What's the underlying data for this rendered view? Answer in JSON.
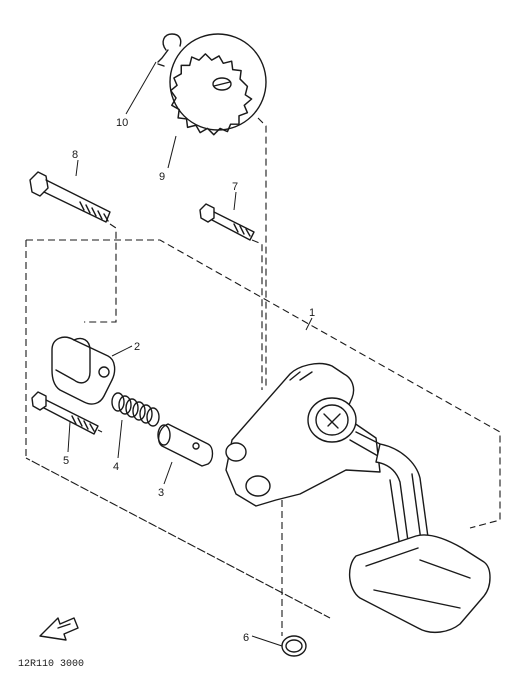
{
  "diagram": {
    "callouts": {
      "c1": "1",
      "c2": "2",
      "c3": "3",
      "c4": "4",
      "c5": "5",
      "c6": "6",
      "c7": "7",
      "c8": "8",
      "c9": "9",
      "c10": "10"
    },
    "drawing_code": "12R110 3000",
    "colors": {
      "ink": "#1a1a1a",
      "paper": "#ffffff"
    },
    "icon": "front-direction-arrow-icon"
  }
}
